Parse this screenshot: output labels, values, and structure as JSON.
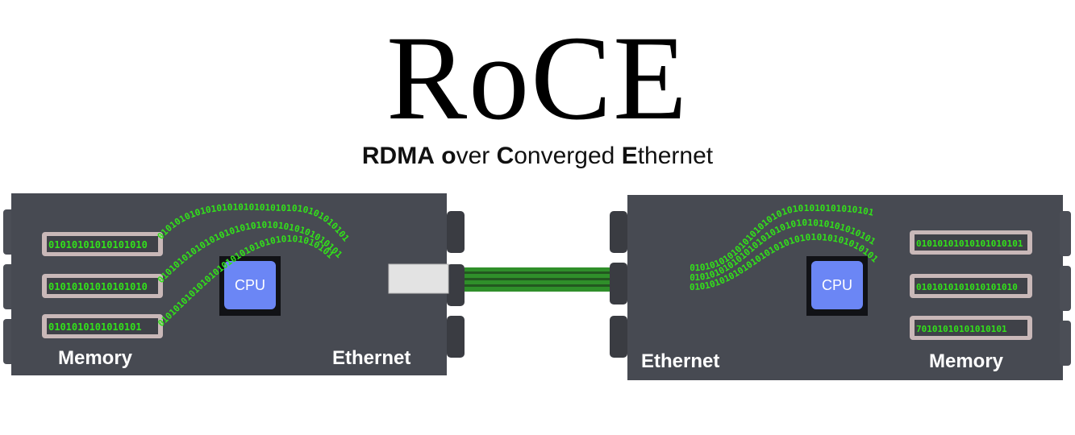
{
  "title": "RoCE",
  "subtitle": {
    "parts": [
      {
        "text": "RDMA",
        "bold": true
      },
      {
        "text": " ",
        "bold": false
      },
      {
        "text": "o",
        "bold": true
      },
      {
        "text": "ver ",
        "bold": false
      },
      {
        "text": "C",
        "bold": true
      },
      {
        "text": "onverged ",
        "bold": false
      },
      {
        "text": "E",
        "bold": true
      },
      {
        "text": "thernet",
        "bold": false
      }
    ]
  },
  "left_server": {
    "memory_label": "Memory",
    "ethernet_label": "Ethernet",
    "cpu_label": "CPU",
    "memory_bits": [
      "01010101010101010",
      "01010101010101010",
      "0101010101010101"
    ]
  },
  "right_server": {
    "memory_label": "Memory",
    "ethernet_label": "Ethernet",
    "cpu_label": "CPU",
    "memory_bits": [
      "01010101010101010101",
      "0101010101010101010",
      "70101010101010101"
    ]
  },
  "stream_bits": "01010101010101010101010101010101010101",
  "colors": {
    "server": "#474a52",
    "slot": "#c9b8b8",
    "cpu": "#6b86f5",
    "bits": "#32e21a",
    "bits_blue": "#3a6fd8",
    "cable": "#2f8f2a"
  }
}
